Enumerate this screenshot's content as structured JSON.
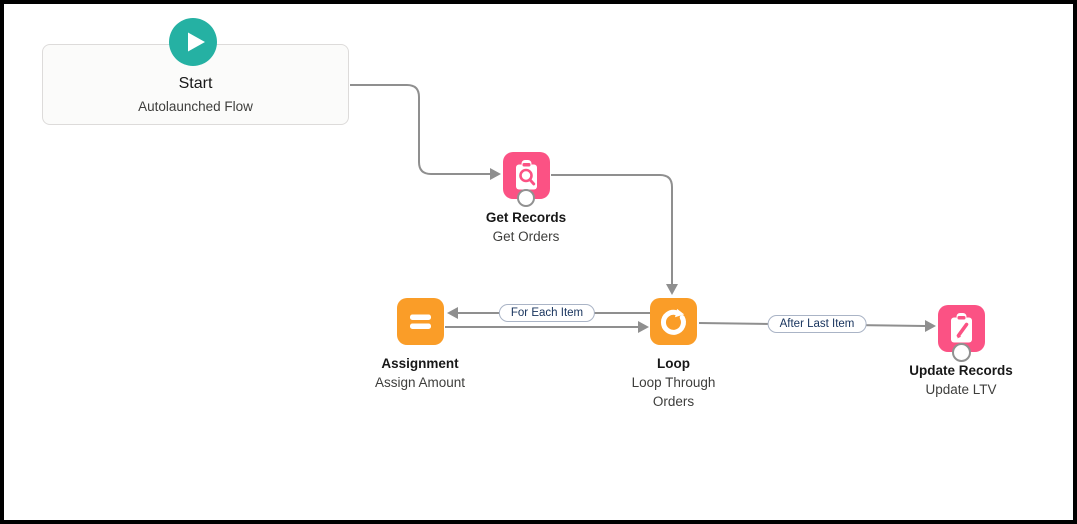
{
  "flow": {
    "start": {
      "title": "Start",
      "subtitle": "Autolaunched Flow"
    },
    "nodes": {
      "get_records": {
        "type_label": "Get Records",
        "api_label": "Get Orders"
      },
      "assignment": {
        "type_label": "Assignment",
        "api_label": "Assign Amount"
      },
      "loop": {
        "type_label": "Loop",
        "api_label": "Loop Through Orders"
      },
      "update_records": {
        "type_label": "Update Records",
        "api_label": "Update LTV"
      }
    },
    "connector_labels": {
      "for_each": "For Each Item",
      "after_last": "After Last Item"
    }
  },
  "icons": {
    "start": "play-icon",
    "get_records": "clipboard-search-icon",
    "assignment": "equals-icon",
    "loop": "loop-arrow-icon",
    "update_records": "clipboard-pencil-icon"
  },
  "colors": {
    "start_teal": "#25b1a3",
    "data_pink": "#fb5284",
    "logic_orange": "#fa9d28",
    "connector_gray": "#8f8f8f",
    "connector_label_navy": "#16325c",
    "node_title_dark": "#181818",
    "canvas_background": "#ffffff",
    "frame_border": "#000000"
  }
}
